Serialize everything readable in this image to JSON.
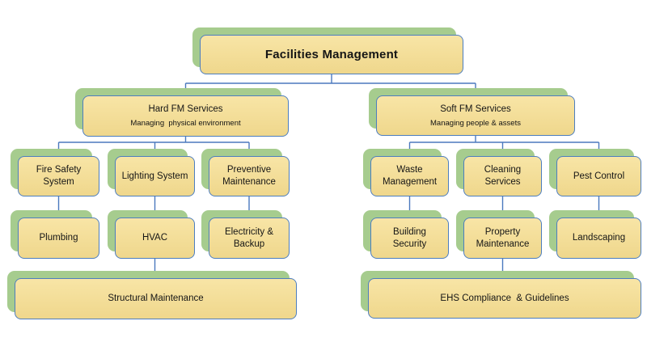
{
  "diagram": {
    "type": "org-chart",
    "title": "Facilities Management",
    "nodes": {
      "root": {
        "label": "Facilities Management"
      },
      "hard": {
        "label": "Hard FM Services",
        "subtitle": "Managing  physical environment"
      },
      "soft": {
        "label": "Soft FM Services",
        "subtitle": "Managing people & assets"
      },
      "fire": {
        "label": "Fire Safety System"
      },
      "lighting": {
        "label": "Lighting System"
      },
      "preventive": {
        "label": "Preventive Maintenance"
      },
      "waste": {
        "label": "Waste Management"
      },
      "cleaning": {
        "label": "Cleaning Services"
      },
      "pest": {
        "label": "Pest Control"
      },
      "plumbing": {
        "label": "Plumbing"
      },
      "hvac": {
        "label": "HVAC"
      },
      "electricity": {
        "label": "Electricity & Backup"
      },
      "building": {
        "label": "Building Security"
      },
      "property": {
        "label": "Property Maintenance"
      },
      "landscaping": {
        "label": "Landscaping"
      },
      "structural": {
        "label": "Structural Maintenance"
      },
      "ehs": {
        "label": "EHS Compliance  & Guidelines"
      }
    },
    "edges": [
      [
        "Facilities Management",
        "Hard FM Services"
      ],
      [
        "Facilities Management",
        "Soft FM Services"
      ],
      [
        "Hard FM Services",
        "Fire Safety System"
      ],
      [
        "Hard FM Services",
        "Lighting System"
      ],
      [
        "Hard FM Services",
        "Preventive Maintenance"
      ],
      [
        "Fire Safety System",
        "Plumbing"
      ],
      [
        "Lighting System",
        "HVAC"
      ],
      [
        "Preventive Maintenance",
        "Electricity & Backup"
      ],
      [
        "HVAC",
        "Structural Maintenance"
      ],
      [
        "Soft FM Services",
        "Waste Management"
      ],
      [
        "Soft FM Services",
        "Cleaning Services"
      ],
      [
        "Soft FM Services",
        "Pest Control"
      ],
      [
        "Waste Management",
        "Building Security"
      ],
      [
        "Cleaning Services",
        "Property Maintenance"
      ],
      [
        "Pest Control",
        "Landscaping"
      ],
      [
        "Property Maintenance",
        "EHS Compliance  & Guidelines"
      ]
    ],
    "colors": {
      "box_fill_top": "#f8e5a6",
      "box_fill_bottom": "#efd78c",
      "box_border": "#4d7ebf",
      "box_shadow": "#a6cc8e",
      "connector": "#4b79be",
      "text": "#151515",
      "background": "#ffffff"
    }
  }
}
